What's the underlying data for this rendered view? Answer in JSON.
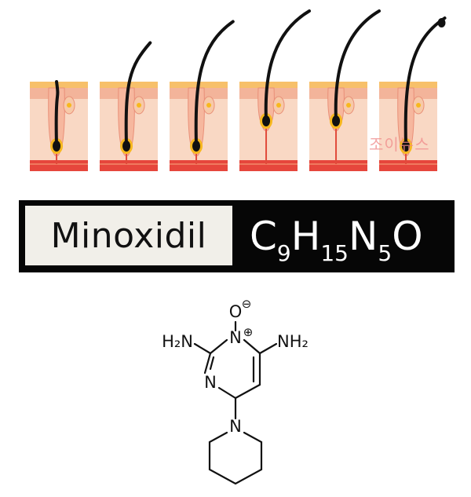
{
  "watermark": "조이뉴스",
  "compound": {
    "name": "Minoxidil",
    "formula": [
      {
        "el": "C",
        "n": "9"
      },
      {
        "el": "H",
        "n": "15"
      },
      {
        "el": "N",
        "n": "5"
      },
      {
        "el": "O",
        "n": ""
      }
    ]
  },
  "structure": {
    "labels": {
      "oxygen": "O",
      "minus": "⊖",
      "plus": "⊕",
      "n_oxide": "N",
      "ring_n": "N",
      "piperidine_n": "N",
      "amine_left": "H₂N",
      "amine_right": "NH₂"
    }
  },
  "colors": {
    "skin": "#f9d8c4",
    "skin_dark": "#f3b49a",
    "top_layer": "#f7c06a",
    "bottom_layer": "#e6463c",
    "hair": "#111111",
    "bulb_glow": "#f7b81e",
    "band": "#060606",
    "name_bg": "#f1efe9"
  },
  "panels": [
    {
      "stage": "anagen-early",
      "hair_len": 0.0
    },
    {
      "stage": "anagen",
      "hair_len": 0.55
    },
    {
      "stage": "anagen-long",
      "hair_len": 0.85
    },
    {
      "stage": "catagen",
      "hair_len": 1.0
    },
    {
      "stage": "telogen",
      "hair_len": 1.0
    },
    {
      "stage": "exogen",
      "hair_len": 0.9
    }
  ]
}
